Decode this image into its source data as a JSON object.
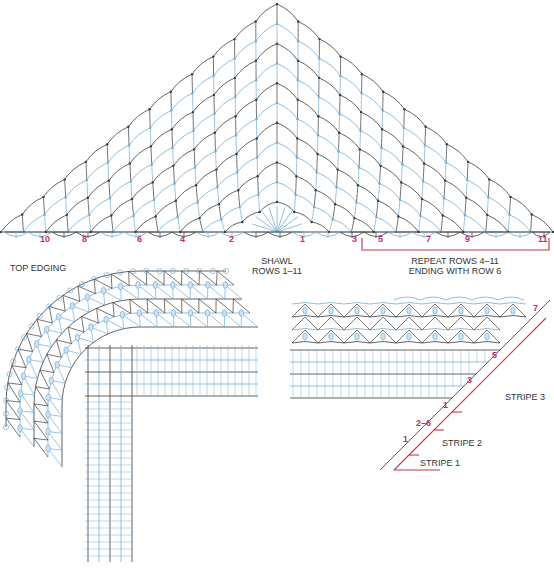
{
  "diagram": {
    "labels": [
      "10",
      "8",
      "6",
      "4",
      "2",
      "1",
      "3",
      "5",
      "7",
      "9",
      "11",
      "TOP EDGING",
      "SHAWL ROWS 1–11",
      "REPEAT ROWS 4–11 ENDING WITH ROW 6",
      "7",
      "STRIPE 3",
      "5",
      "3",
      "1",
      "2–6",
      "STRIPE 2",
      "1",
      "STRIPE 1"
    ]
  }
}
